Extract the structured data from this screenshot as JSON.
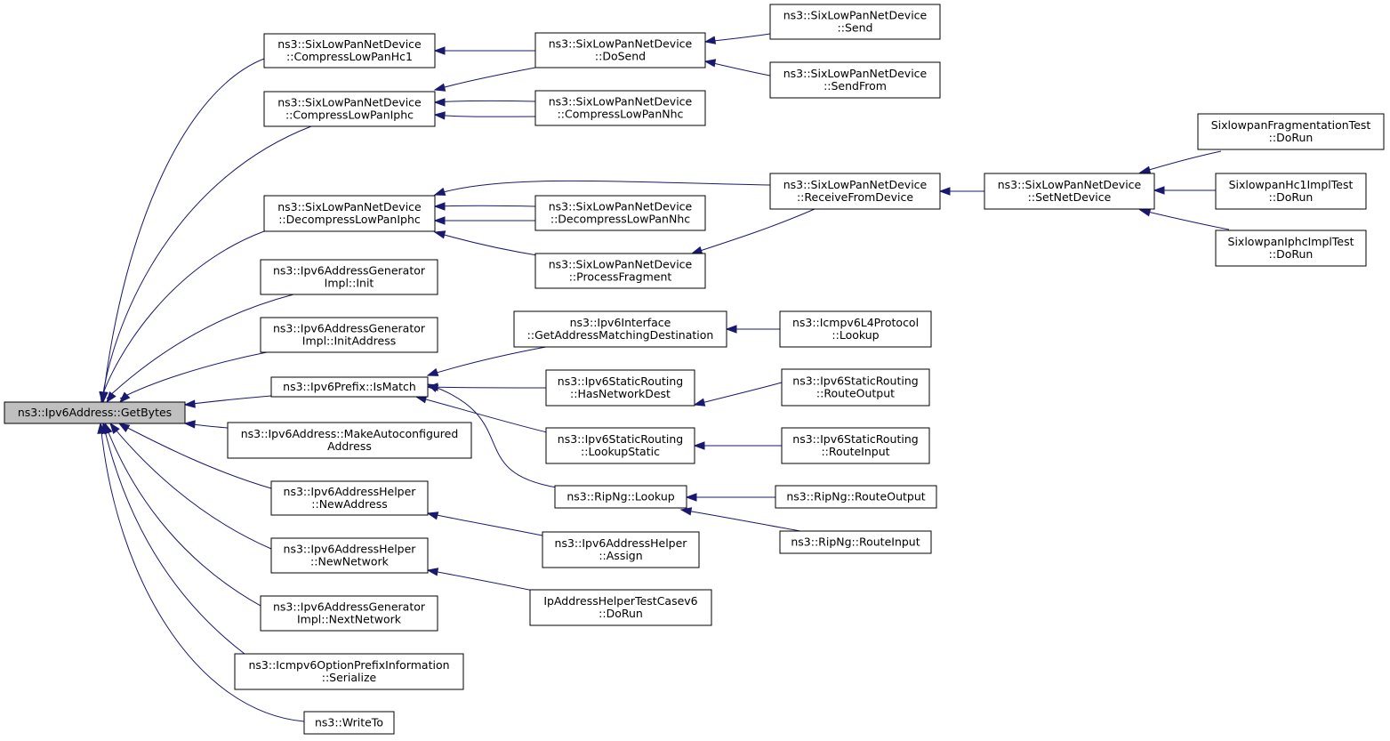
{
  "colors": {
    "edge": "#191970",
    "focus_fill": "#bfbfbf",
    "box_stroke": "#000000"
  },
  "nodes": [
    {
      "id": "getbytes",
      "lines": [
        "ns3::Ipv6Address::GetBytes"
      ],
      "focus": true
    },
    {
      "id": "hc1",
      "lines": [
        "ns3::SixLowPanNetDevice",
        "::CompressLowPanHc1"
      ]
    },
    {
      "id": "iphc",
      "lines": [
        "ns3::SixLowPanNetDevice",
        "::CompressLowPanIphc"
      ]
    },
    {
      "id": "dec_iphc",
      "lines": [
        "ns3::SixLowPanNetDevice",
        "::DecompressLowPanIphc"
      ]
    },
    {
      "id": "agi_init",
      "lines": [
        "ns3::Ipv6AddressGenerator",
        "Impl::Init"
      ]
    },
    {
      "id": "agi_initaddr",
      "lines": [
        "ns3::Ipv6AddressGenerator",
        "Impl::InitAddress"
      ]
    },
    {
      "id": "ismatch",
      "lines": [
        "ns3::Ipv6Prefix::IsMatch"
      ]
    },
    {
      "id": "autoconf",
      "lines": [
        "ns3::Ipv6Address::MakeAutoconfigured",
        "Address"
      ]
    },
    {
      "id": "newaddr",
      "lines": [
        "ns3::Ipv6AddressHelper",
        "::NewAddress"
      ]
    },
    {
      "id": "newnet",
      "lines": [
        "ns3::Ipv6AddressHelper",
        "::NewNetwork"
      ]
    },
    {
      "id": "agi_next",
      "lines": [
        "ns3::Ipv6AddressGenerator",
        "Impl::NextNetwork"
      ]
    },
    {
      "id": "icmp_serialize",
      "lines": [
        "ns3::Icmpv6OptionPrefixInformation",
        "::Serialize"
      ]
    },
    {
      "id": "writeto",
      "lines": [
        "ns3::WriteTo"
      ]
    },
    {
      "id": "dosend",
      "lines": [
        "ns3::SixLowPanNetDevice",
        "::DoSend"
      ]
    },
    {
      "id": "nhc",
      "lines": [
        "ns3::SixLowPanNetDevice",
        "::CompressLowPanNhc"
      ]
    },
    {
      "id": "dec_nhc",
      "lines": [
        "ns3::SixLowPanNetDevice",
        "::DecompressLowPanNhc"
      ]
    },
    {
      "id": "procfrag",
      "lines": [
        "ns3::SixLowPanNetDevice",
        "::ProcessFragment"
      ]
    },
    {
      "id": "getaddrmatch",
      "lines": [
        "ns3::Ipv6Interface",
        "::GetAddressMatchingDestination"
      ]
    },
    {
      "id": "hasnetdest",
      "lines": [
        "ns3::Ipv6StaticRouting",
        "::HasNetworkDest"
      ]
    },
    {
      "id": "lookupstatic",
      "lines": [
        "ns3::Ipv6StaticRouting",
        "::LookupStatic"
      ]
    },
    {
      "id": "ripng_lookup",
      "lines": [
        "ns3::RipNg::Lookup"
      ]
    },
    {
      "id": "assign",
      "lines": [
        "ns3::Ipv6AddressHelper",
        "::Assign"
      ]
    },
    {
      "id": "ipaddrtest",
      "lines": [
        "IpAddressHelperTestCasev6",
        "::DoRun"
      ]
    },
    {
      "id": "send",
      "lines": [
        "ns3::SixLowPanNetDevice",
        "::Send"
      ]
    },
    {
      "id": "sendfrom",
      "lines": [
        "ns3::SixLowPanNetDevice",
        "::SendFrom"
      ]
    },
    {
      "id": "recvdev",
      "lines": [
        "ns3::SixLowPanNetDevice",
        "::ReceiveFromDevice"
      ]
    },
    {
      "id": "icmp_lookup",
      "lines": [
        "ns3::Icmpv6L4Protocol",
        "::Lookup"
      ]
    },
    {
      "id": "routeoutput_s",
      "lines": [
        "ns3::Ipv6StaticRouting",
        "::RouteOutput"
      ]
    },
    {
      "id": "routeinput_s",
      "lines": [
        "ns3::Ipv6StaticRouting",
        "::RouteInput"
      ]
    },
    {
      "id": "ripng_out",
      "lines": [
        "ns3::RipNg::RouteOutput"
      ]
    },
    {
      "id": "ripng_in",
      "lines": [
        "ns3::RipNg::RouteInput"
      ]
    },
    {
      "id": "setnetdev",
      "lines": [
        "ns3::SixLowPanNetDevice",
        "::SetNetDevice"
      ]
    },
    {
      "id": "fragtest",
      "lines": [
        "SixlowpanFragmentationTest",
        "::DoRun"
      ]
    },
    {
      "id": "hc1test",
      "lines": [
        "SixlowpanHc1ImplTest",
        "::DoRun"
      ]
    },
    {
      "id": "iphctest",
      "lines": [
        "SixlowpanIphcImplTest",
        "::DoRun"
      ]
    }
  ]
}
